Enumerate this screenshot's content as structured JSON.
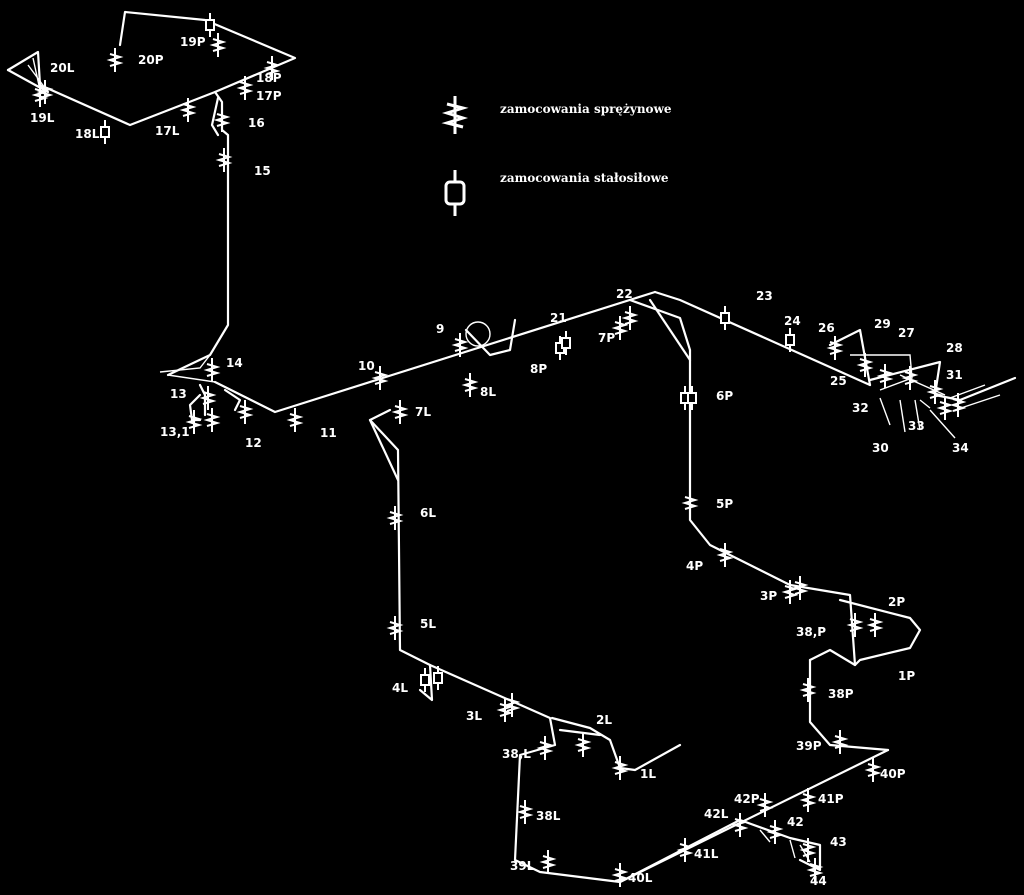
{
  "legend": {
    "spring_label": "zamocowania sprężynowe",
    "rigid_label": "zamocowania stałosiłowe"
  },
  "supports": [
    {
      "label": "20L",
      "type": "spring"
    },
    {
      "label": "20P",
      "type": "spring"
    },
    {
      "label": "19P",
      "type": "rigid"
    },
    {
      "label": "18P",
      "type": "spring"
    },
    {
      "label": "17P",
      "type": "spring"
    },
    {
      "label": "19L",
      "type": "spring"
    },
    {
      "label": "18L",
      "type": "rigid"
    },
    {
      "label": "17L",
      "type": "spring"
    },
    {
      "label": "16",
      "type": "spring"
    },
    {
      "label": "15",
      "type": "spring"
    },
    {
      "label": "14",
      "type": "spring"
    },
    {
      "label": "13",
      "type": "spring"
    },
    {
      "label": "13,1",
      "type": "spring"
    },
    {
      "label": "12",
      "type": "spring"
    },
    {
      "label": "11",
      "type": "spring"
    },
    {
      "label": "10",
      "type": "spring"
    },
    {
      "label": "9",
      "type": "spring"
    },
    {
      "label": "8L",
      "type": "spring"
    },
    {
      "label": "8P",
      "type": "rigid"
    },
    {
      "label": "7L",
      "type": "spring"
    },
    {
      "label": "7P",
      "type": "spring"
    },
    {
      "label": "21",
      "type": "rigid"
    },
    {
      "label": "22",
      "type": "spring"
    },
    {
      "label": "23",
      "type": "rigid"
    },
    {
      "label": "24",
      "type": "rigid"
    },
    {
      "label": "26",
      "type": "spring"
    },
    {
      "label": "29",
      "type": "spring"
    },
    {
      "label": "27",
      "type": "spring"
    },
    {
      "label": "28",
      "type": "spring"
    },
    {
      "label": "31",
      "type": "spring"
    },
    {
      "label": "30",
      "type": "spring"
    },
    {
      "label": "25",
      "type": "spring"
    },
    {
      "label": "32",
      "type": "spring"
    },
    {
      "label": "33",
      "type": "spring"
    },
    {
      "label": "34",
      "type": "spring"
    },
    {
      "label": "6P",
      "type": "rigid"
    },
    {
      "label": "6L",
      "type": "spring"
    },
    {
      "label": "5P",
      "type": "spring"
    },
    {
      "label": "5L",
      "type": "spring"
    },
    {
      "label": "4P",
      "type": "spring"
    },
    {
      "label": "4L",
      "type": "rigid"
    },
    {
      "label": "3P",
      "type": "spring"
    },
    {
      "label": "3L",
      "type": "spring"
    },
    {
      "label": "2P",
      "type": "spring"
    },
    {
      "label": "2L",
      "type": "spring"
    },
    {
      "label": "38,P",
      "type": "spring"
    },
    {
      "label": "38,L",
      "type": "spring"
    },
    {
      "label": "1P",
      "type": "spring"
    },
    {
      "label": "1L",
      "type": "spring"
    },
    {
      "label": "38P",
      "type": "spring"
    },
    {
      "label": "38L",
      "type": "spring"
    },
    {
      "label": "39P",
      "type": "spring"
    },
    {
      "label": "39L",
      "type": "spring"
    },
    {
      "label": "40P",
      "type": "spring"
    },
    {
      "label": "40L",
      "type": "spring"
    },
    {
      "label": "41P",
      "type": "spring"
    },
    {
      "label": "41L",
      "type": "spring"
    },
    {
      "label": "42P",
      "type": "spring"
    },
    {
      "label": "42L",
      "type": "spring"
    },
    {
      "label": "42",
      "type": "spring"
    },
    {
      "label": "43",
      "type": "spring"
    },
    {
      "label": "44",
      "type": "spring"
    }
  ]
}
